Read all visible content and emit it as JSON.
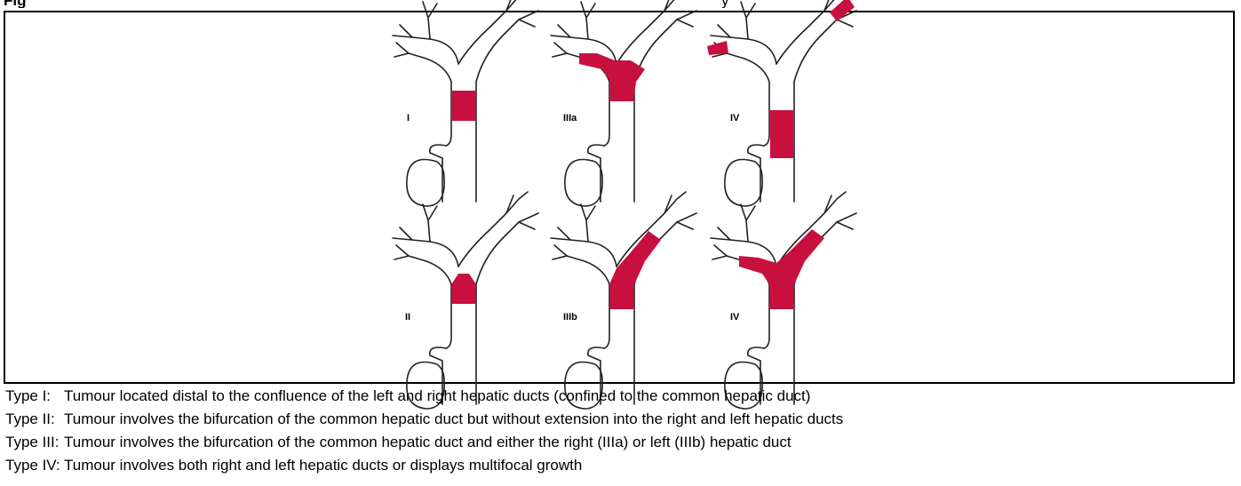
{
  "header": {
    "title": "Fig",
    "trail": "y"
  },
  "panels": [
    {
      "label": "I"
    },
    {
      "label": "IIIa"
    },
    {
      "label": "IV"
    },
    {
      "label": "II"
    },
    {
      "label": "IIIb"
    },
    {
      "label": "IV"
    }
  ],
  "legend": [
    {
      "type": "Type I:",
      "text": "Tumour located distal to the confluence of the left and right hepatic ducts (confined to the common hepatic duct)"
    },
    {
      "type": "Type II:",
      "text": "Tumour involves the bifurcation of the common hepatic duct but without extension into the right and left hepatic ducts"
    },
    {
      "type": "Type III:",
      "text": "Tumour involves the bifurcation of the common hepatic duct and either the right (IIIa) or left (IIIb) hepatic duct"
    },
    {
      "type": "Type IV:",
      "text": "Tumour involves both right and left hepatic ducts or displays multifocal growth"
    }
  ],
  "colors": {
    "tumour": "#c8103e",
    "line": "#222222",
    "border": "#000000"
  }
}
